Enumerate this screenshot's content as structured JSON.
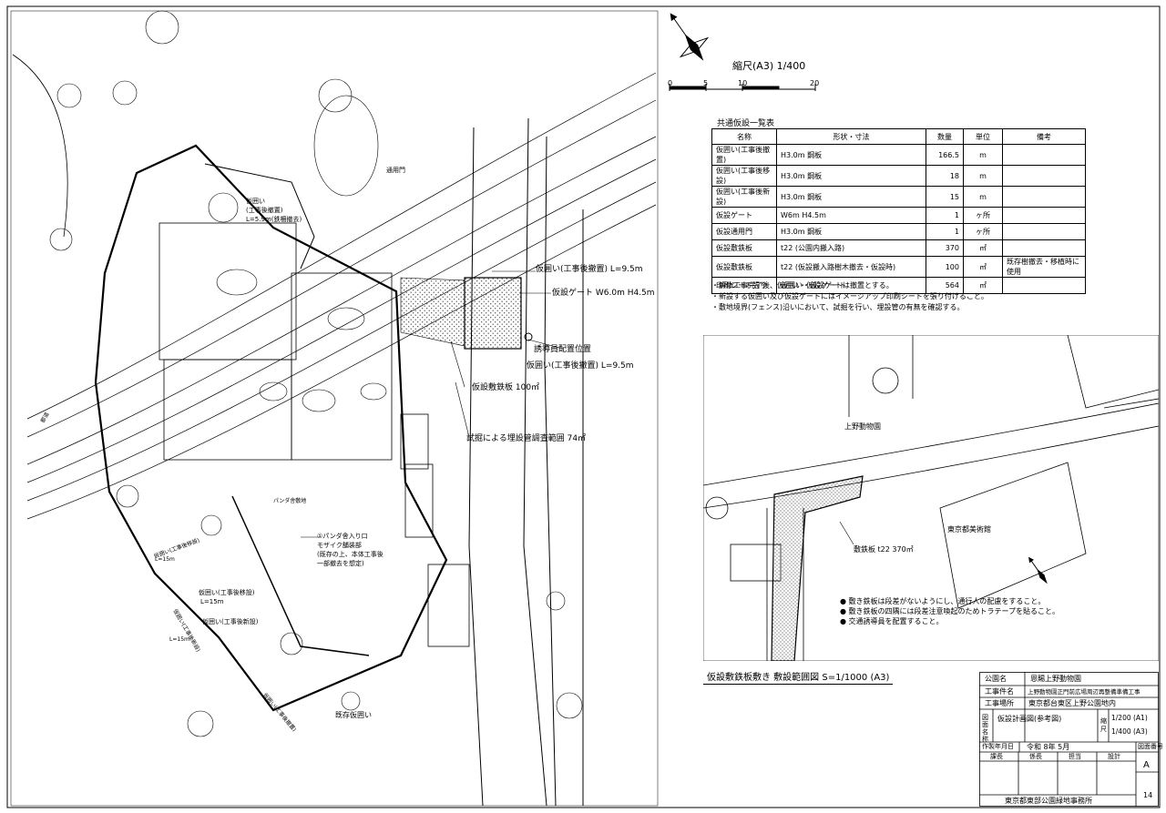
{
  "scale": {
    "title": "縮尺(A3) 1/400",
    "ticks": [
      "0",
      "5",
      "10",
      "20"
    ]
  },
  "legend": {
    "title": "共通仮設一覧表",
    "headers": [
      "名称",
      "形状・寸法",
      "数量",
      "単位",
      "備考"
    ],
    "rows": [
      [
        "仮囲い(工事後撤置)",
        "H3.0m 鋼板",
        "166.5",
        "m",
        ""
      ],
      [
        "仮囲い(工事後移設)",
        "H3.0m 鋼板",
        "18",
        "m",
        ""
      ],
      [
        "仮囲い(工事後新設)",
        "H3.0m 鋼板",
        "15",
        "m",
        ""
      ],
      [
        "仮設ゲート",
        "W6m H4.5m",
        "1",
        "ヶ所",
        ""
      ],
      [
        "仮設通用門",
        "H3.0m 鋼板",
        "1",
        "ヶ所",
        ""
      ],
      [
        "仮設敷鉄板",
        "t22 (公園内搬入路)",
        "370",
        "㎡",
        ""
      ],
      [
        "仮設敷鉄板",
        "t22 (仮設搬入路樹木撤去・仮設時)",
        "100",
        "㎡",
        "既存樹撤去・移植時に使用"
      ],
      [
        "印刷シート張り",
        "仮囲い・仮設ゲート",
        "564",
        "㎡",
        ""
      ]
    ],
    "notes": [
      "・解体工事完了後、仮囲い・仮設ゲートは撤置とする。",
      "・新設する仮囲い及び仮設ゲートにはイメージアップ印刷シートを張り付けること。",
      "・敷地境界(フェンス)沿いにおいて、試掘を行い、埋設管の有無を確認する。"
    ]
  },
  "plan_labels": {
    "fence_keep": "仮囲い(工事後撤置) L=9.5m",
    "gate": "仮設ゲート W6.0m H4.5m",
    "guide_position": "誘導員配置位置",
    "fence_keep2": "仮囲い(工事後撤置) L=9.5m",
    "steel_plate": "仮設敷鉄板 100㎡",
    "test_pit": "試掘による埋設管調査範囲 74㎡",
    "panda": "①パンダ舎入り口",
    "panda2": "モザイク舗装部",
    "panda3": "(既存の上、本体工事後",
    "panda4": "一部撤去を想定)",
    "fence_move": "仮囲い(工事後移設)",
    "fence_move_len": "L=15m",
    "fence_new": "仮囲い(工事後新設)",
    "fence_existing": "既存仮囲い",
    "fence_tl": "仮囲い",
    "fence_tl2": "(工事後撤置)",
    "fence_tl3": "L=5.9m(鉄柵撤去)",
    "gate_passage": "通用門",
    "panda_area": "パンダ舎敷地",
    "road": "都道",
    "fence_left_move": "仮囲い(工事後移設)",
    "fence_left_len": "L=15m",
    "fence_left_new": "仮囲い(工事後新設)",
    "fence_left_new_len": "L=15m",
    "fence_bottom_keep": "仮囲い(工事後撤置)"
  },
  "inset": {
    "labels": {
      "zoo": "上野動物園",
      "museum": "東京都美術館",
      "plate": "敷鉄板 t22 370㎡"
    },
    "notes": [
      "● 敷き鉄板は段差がないようにし、通行人の配慮をすること。",
      "● 敷き鉄板の四隅には段差注意喚起のためトラテープを貼ること。",
      "● 交通誘導員を配置すること。"
    ],
    "caption": "仮設敷鉄板敷き 敷設範囲図 S=1/1000 (A3)"
  },
  "title_block": {
    "park_label": "公園名",
    "park": "恩賜上野動物園",
    "work_label": "工事件名",
    "work": "上野動物園正門前広場周辺再整備準備工事",
    "site_label": "工事場所",
    "site": "東京都台東区上野公園地内",
    "drawing_label": "図面名称",
    "drawing": "仮設計画図(参考図)",
    "scale_label": "縮尺",
    "scale_a1": "1/200 (A1)",
    "scale_a3": "1/400 (A3)",
    "date_label": "作製年月日",
    "date": "令和 8年 5月",
    "drawing_no_label": "図面番号",
    "roles": [
      "課長",
      "係長",
      "担当",
      "設計"
    ],
    "sheet_letter": "A",
    "sheet_num": "14",
    "office": "東京都東部公園緑地事務所"
  },
  "colors": {
    "ink": "#000000",
    "hatch": "#9a9a9a"
  }
}
